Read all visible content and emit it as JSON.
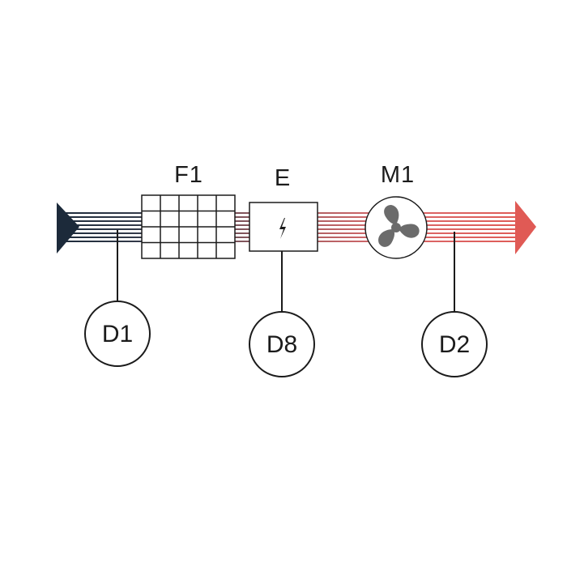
{
  "components": {
    "filter": {
      "label": "F1"
    },
    "heater": {
      "label": "E",
      "icon": "lightning-bolt-icon"
    },
    "fan": {
      "label": "M1",
      "icon": "fan-icon"
    }
  },
  "sensors": {
    "d1": {
      "label": "D1"
    },
    "d8": {
      "label": "D8"
    },
    "d2": {
      "label": "D2"
    }
  },
  "colors": {
    "inlet": "#1c2a3a",
    "outlet": "#e05a55",
    "line": "#1b1b1b",
    "fan_gray": "#6b6b6b"
  }
}
